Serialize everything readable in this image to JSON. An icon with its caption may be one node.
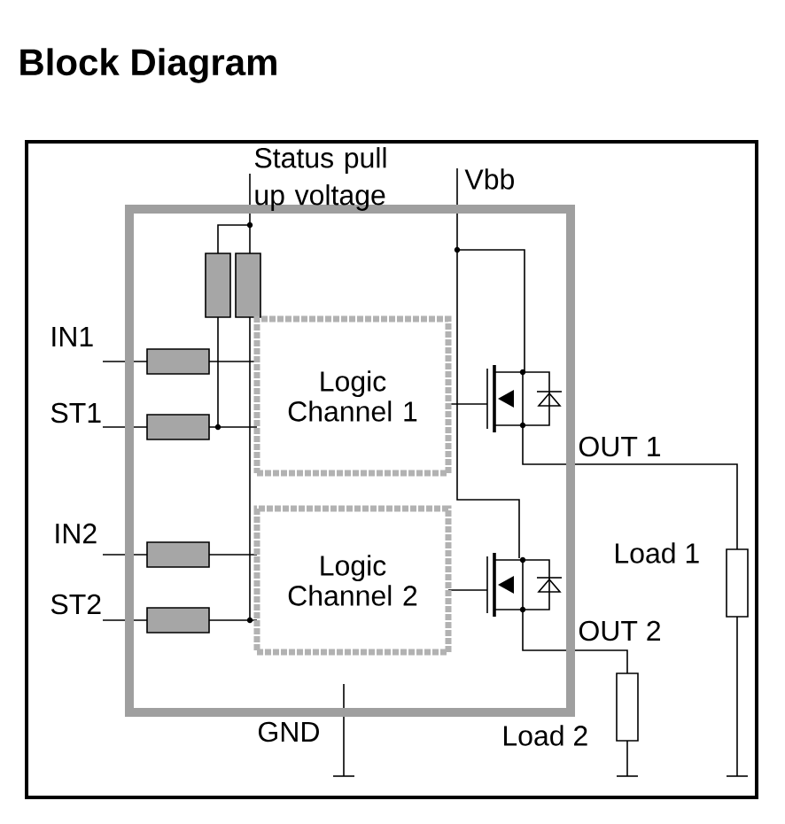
{
  "diagram": {
    "title": "Block Diagram",
    "nodes": [
      {
        "text": [],
        "shape": "box"
      },
      {
        "text": [
          "Logic Channel 1"
        ],
        "in": 0
      },
      {
        "text": [
          "Logic Channel 2"
        ],
        "in": 0
      }
    ],
    "labels": [
      "Status pull up voltage",
      "Vbb",
      "IN1",
      "ST1",
      "OUT 1",
      "IN2",
      "ST2",
      "Load 1",
      "OUT 2",
      "GND",
      "Load 2"
    ]
  }
}
